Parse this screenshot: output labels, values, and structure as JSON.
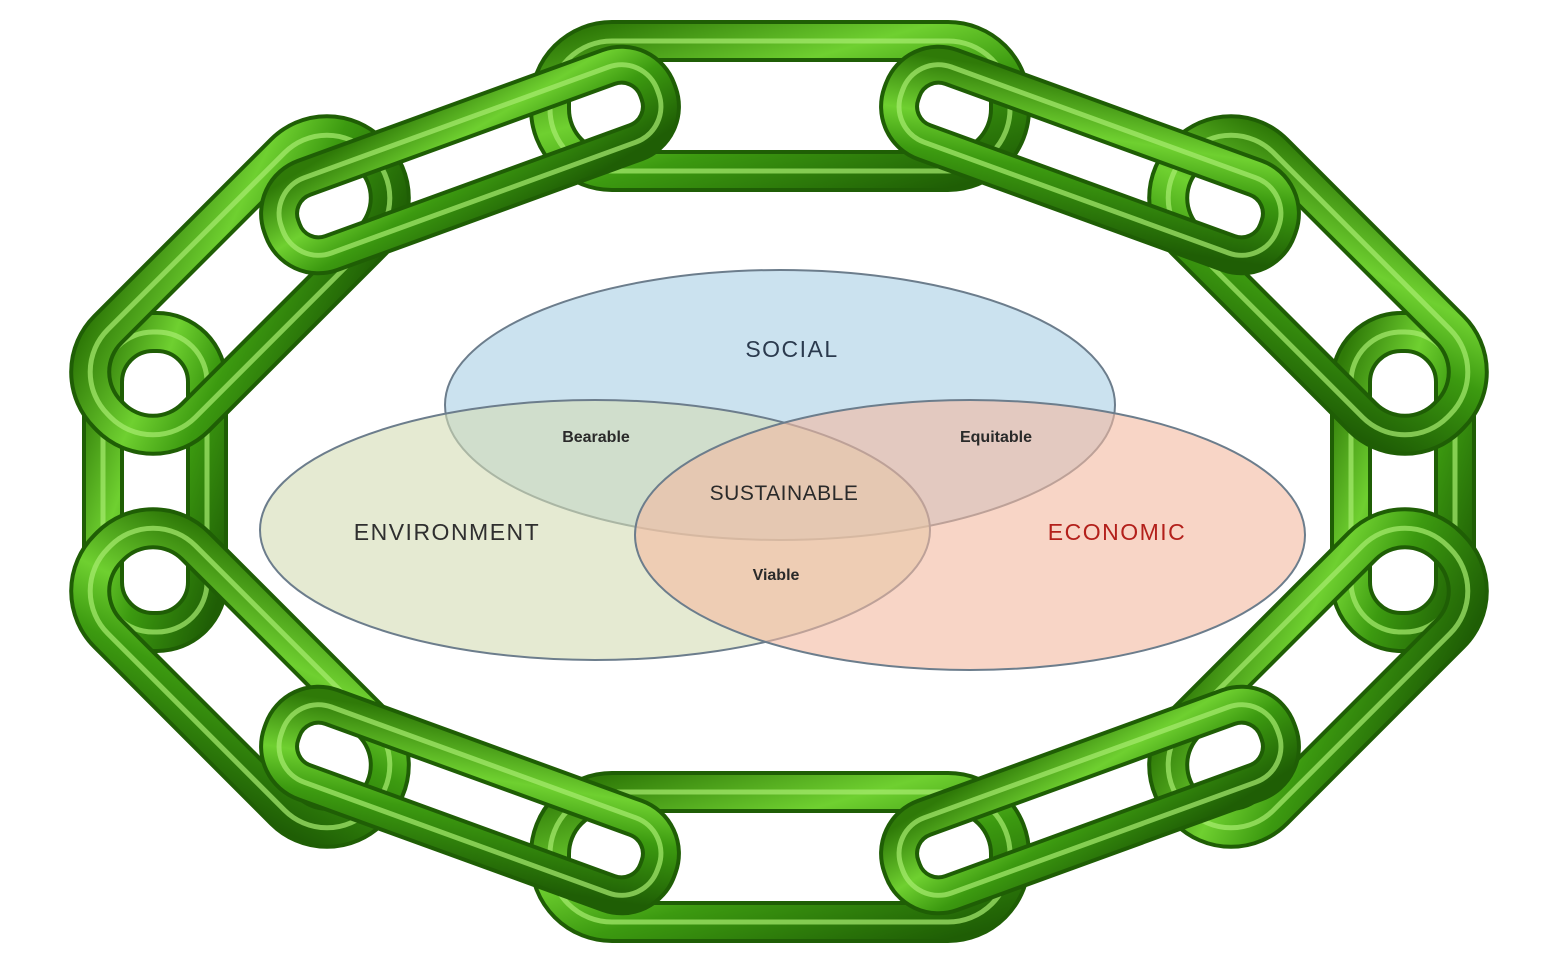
{
  "diagram": {
    "chain_color": "#3c9a10",
    "circles": {
      "social": {
        "label": "SOCIAL",
        "fill": "#a9cfe4",
        "label_color": "#2b3a4e"
      },
      "environment": {
        "label": "ENVIRONMENT",
        "fill": "#d3dcb4",
        "label_color": "#2f2f2f"
      },
      "economic": {
        "label": "ECONOMIC",
        "fill": "#f3b9a0",
        "label_color": "#b3201b"
      }
    },
    "overlaps": {
      "social_environment": "Bearable",
      "social_economic": "Equitable",
      "environment_economic": "Viable",
      "center": "SUSTAINABLE"
    },
    "text_color": "#2a2a2a"
  }
}
